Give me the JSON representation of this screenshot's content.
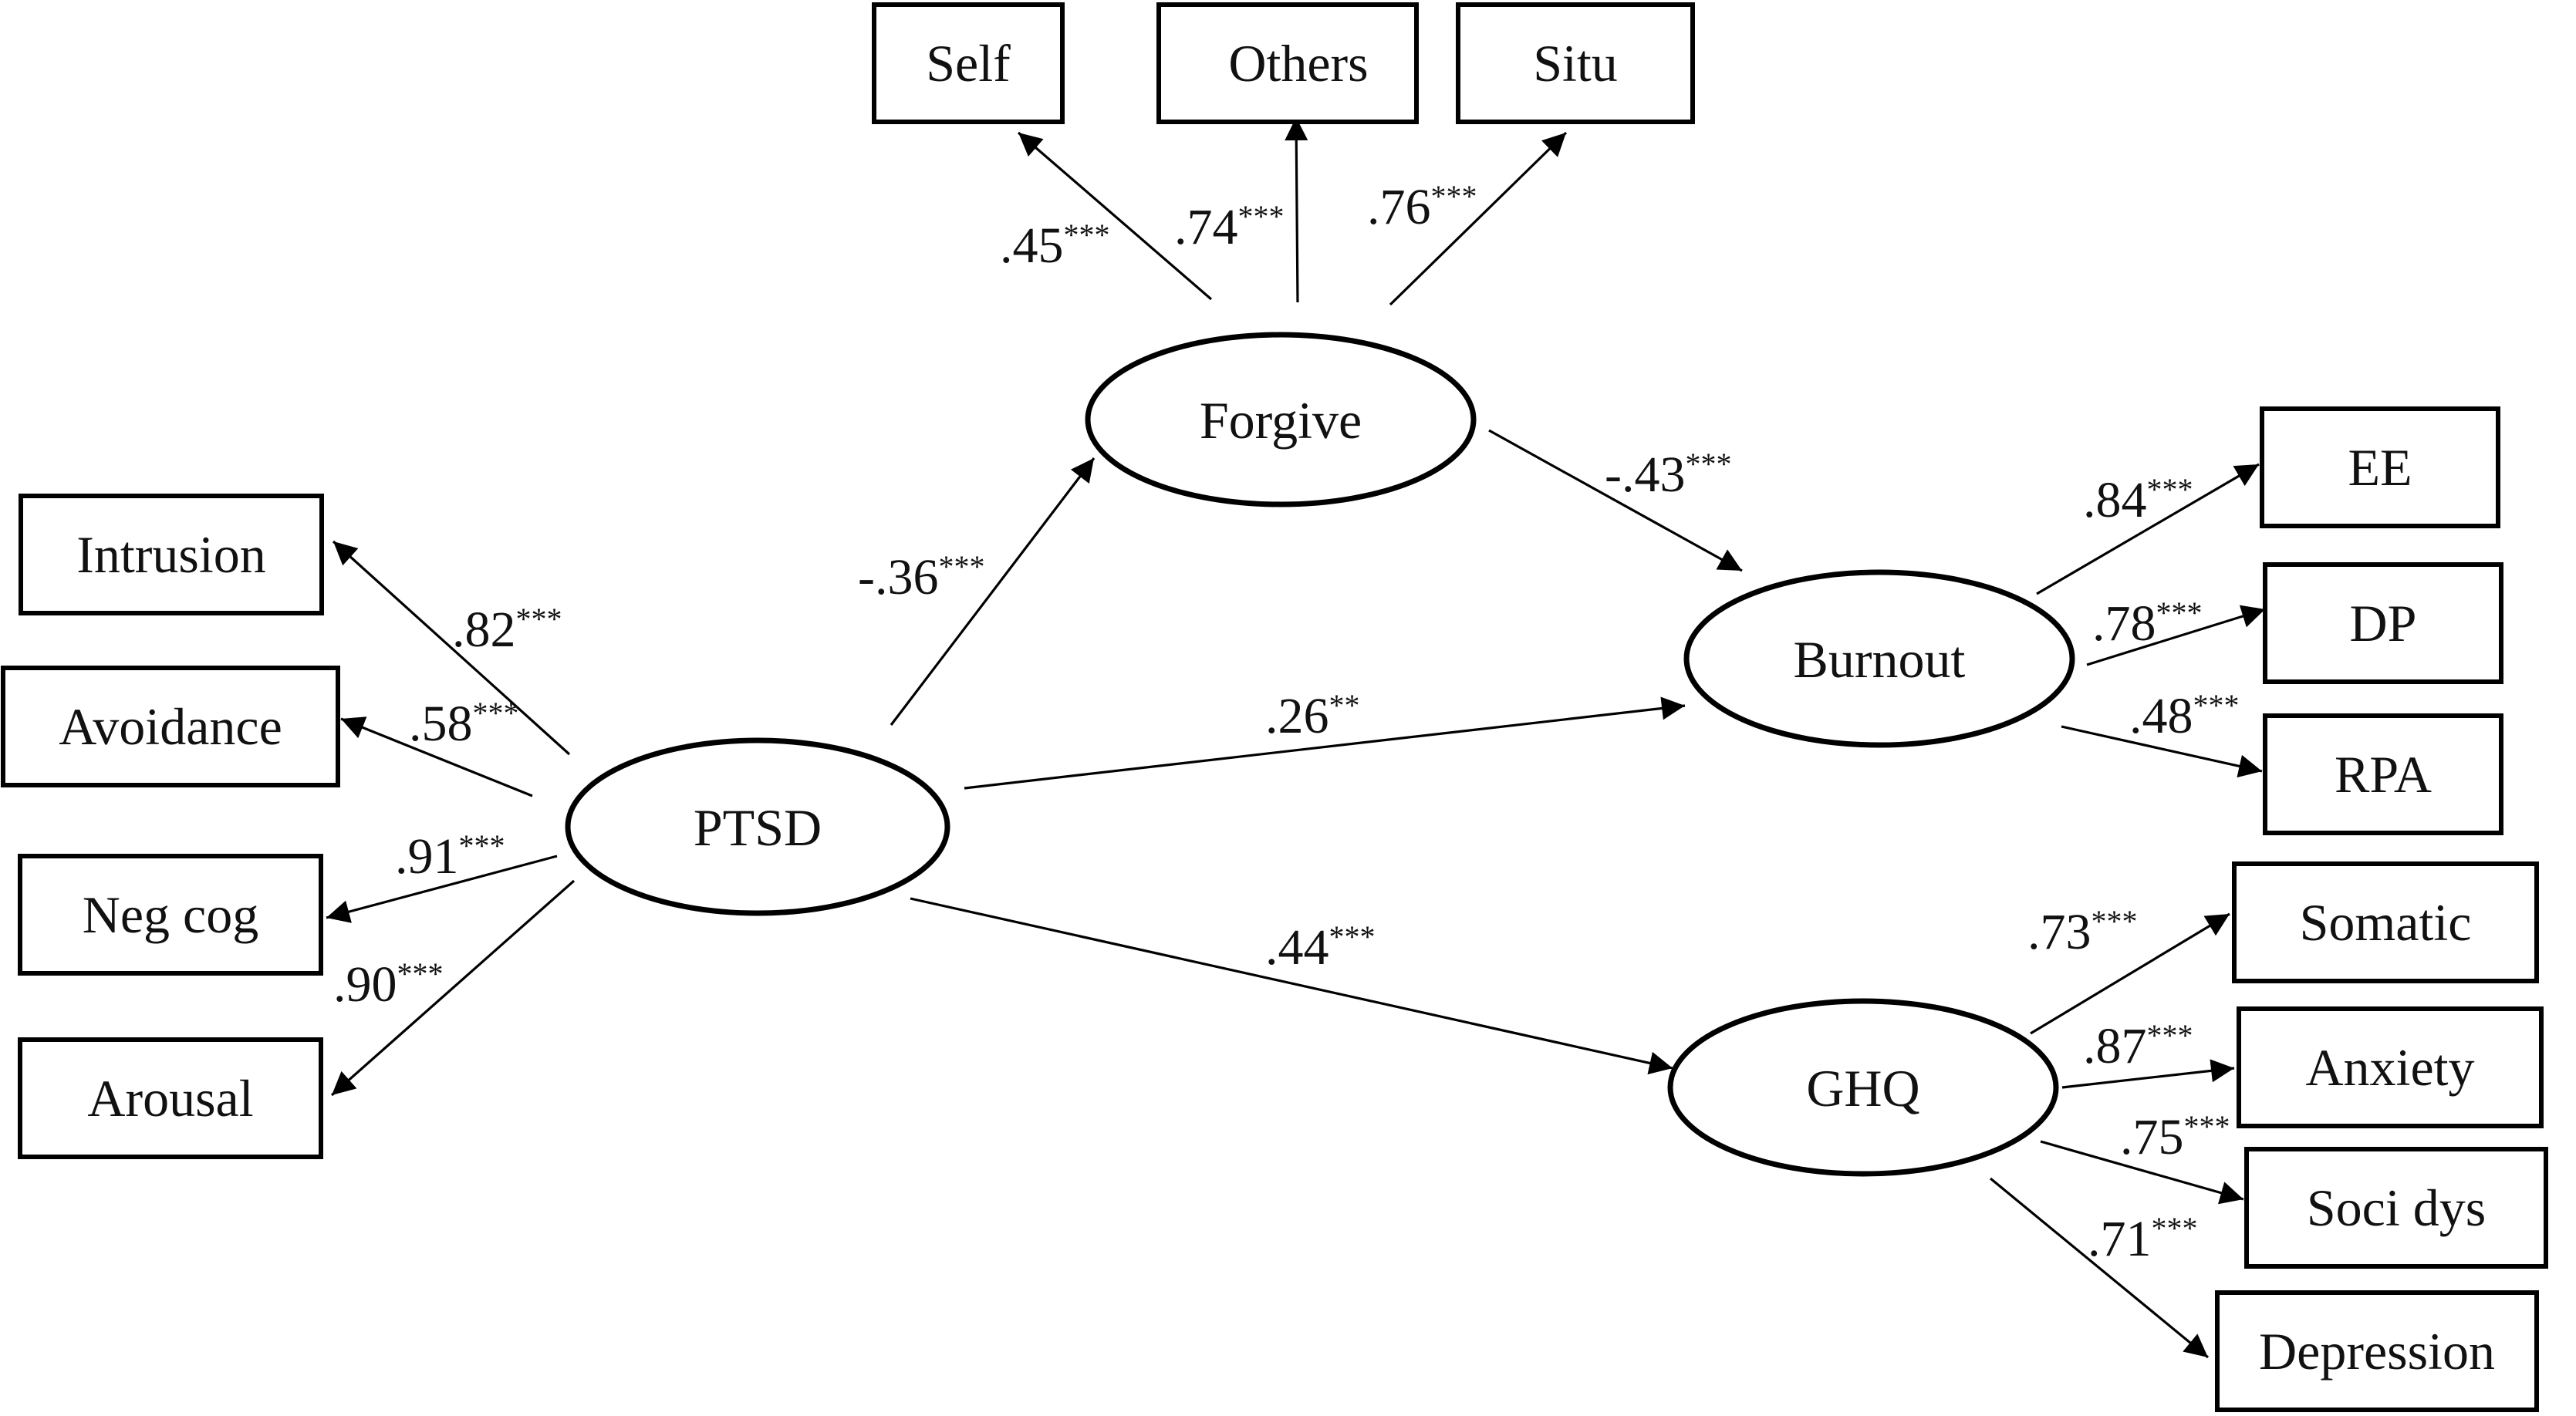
{
  "nodes": {
    "ptsd": "PTSD",
    "forgive": "Forgive",
    "burnout": "Burnout",
    "ghq": "GHQ",
    "self": "Self",
    "others": "Others",
    "situ": "Situ",
    "intrusion": "Intrusion",
    "avoidance": "Avoidance",
    "neg_cog": "Neg cog",
    "arousal": "Arousal",
    "ee": "EE",
    "dp": "DP",
    "rpa": "RPA",
    "somatic": "Somatic",
    "anxiety": "Anxiety",
    "soci_dys": "Soci dys",
    "depression": "Depression"
  },
  "paths": {
    "ptsd_forgive": {
      "coef": "-.36",
      "sig": "***"
    },
    "forgive_burnout": {
      "coef": "-.43",
      "sig": "***"
    },
    "ptsd_burnout": {
      "coef": ".26",
      "sig": "**"
    },
    "ptsd_ghq": {
      "coef": ".44",
      "sig": "***"
    }
  },
  "loadings": {
    "forgive_self": {
      "coef": ".45",
      "sig": "***"
    },
    "forgive_others": {
      "coef": ".74",
      "sig": "***"
    },
    "forgive_situ": {
      "coef": ".76",
      "sig": "***"
    },
    "ptsd_intrusion": {
      "coef": ".82",
      "sig": "***"
    },
    "ptsd_avoidance": {
      "coef": ".58",
      "sig": "***"
    },
    "ptsd_neg_cog": {
      "coef": ".91",
      "sig": "***"
    },
    "ptsd_arousal": {
      "coef": ".90",
      "sig": "***"
    },
    "burnout_ee": {
      "coef": ".84",
      "sig": "***"
    },
    "burnout_dp": {
      "coef": ".78",
      "sig": "***"
    },
    "burnout_rpa": {
      "coef": ".48",
      "sig": "***"
    },
    "ghq_somatic": {
      "coef": ".73",
      "sig": "***"
    },
    "ghq_anxiety": {
      "coef": ".87",
      "sig": "***"
    },
    "ghq_soci_dys": {
      "coef": ".75",
      "sig": "***"
    },
    "ghq_depression": {
      "coef": ".71",
      "sig": "***"
    }
  }
}
